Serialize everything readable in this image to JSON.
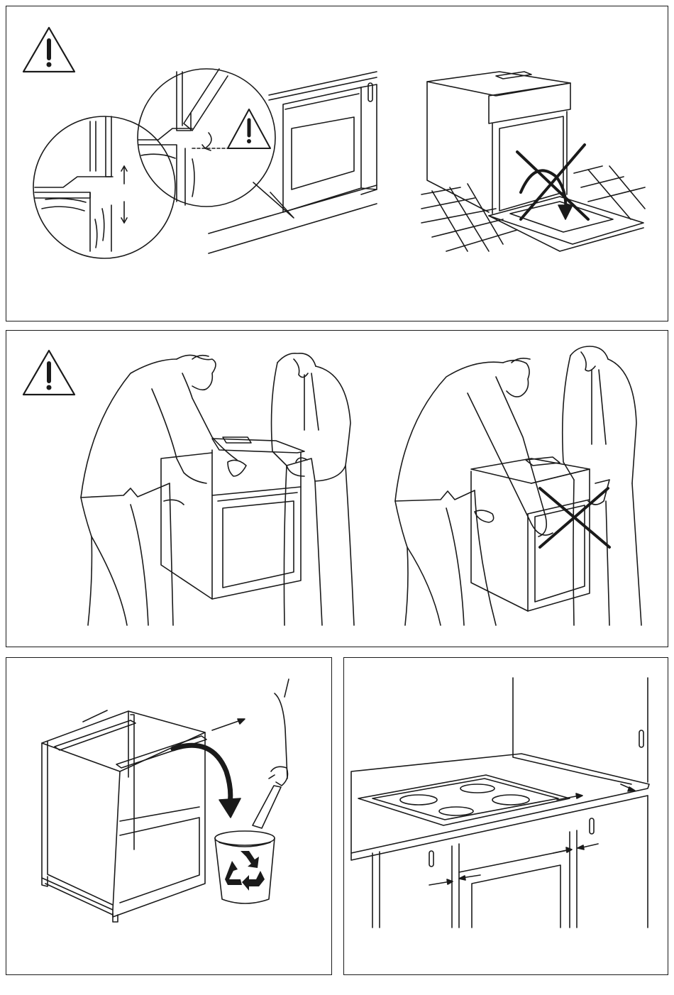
{
  "page": {
    "panels": [
      {
        "id": "installation-clearance",
        "icons": [
          "warning-icon"
        ]
      },
      {
        "id": "two-person-lift",
        "icons": [
          "warning-icon"
        ]
      },
      {
        "id": "cabinet-rail-removal",
        "icons": [
          "recycle-icon"
        ]
      },
      {
        "id": "built-in-under-hob",
        "icons": []
      }
    ],
    "colors": {
      "line": "#1a1a1a",
      "background": "#ffffff"
    }
  }
}
